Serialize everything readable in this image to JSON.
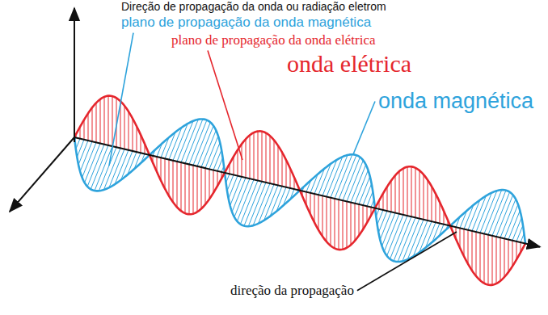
{
  "diagram": {
    "title": "Direção de propagação da onda ou radiação eletrom",
    "labels": [
      "plano de propagação da onda magnética",
      "plano de propagação da onda elétrica",
      "onda elétrica",
      "onda magnética",
      "direção da propagação"
    ]
  }
}
